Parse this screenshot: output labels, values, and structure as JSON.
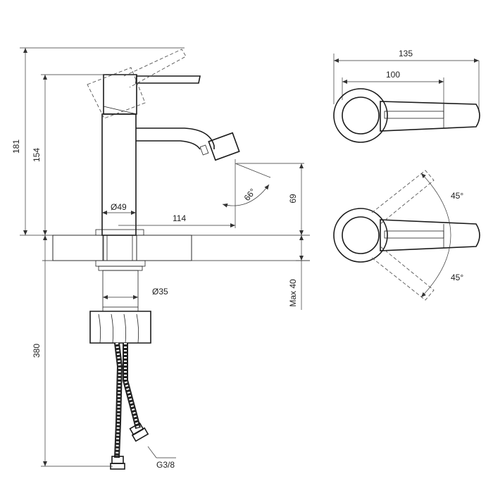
{
  "labels": {
    "h181": "181",
    "h154": "154",
    "h380": "380",
    "d49": "Ø49",
    "d114": "114",
    "h69": "69",
    "a66": "66°",
    "d35": "Ø35",
    "max40": "Max 40",
    "g38": "G3/8",
    "w135": "135",
    "w100": "100",
    "a45top": "45°",
    "a45bot": "45°"
  }
}
